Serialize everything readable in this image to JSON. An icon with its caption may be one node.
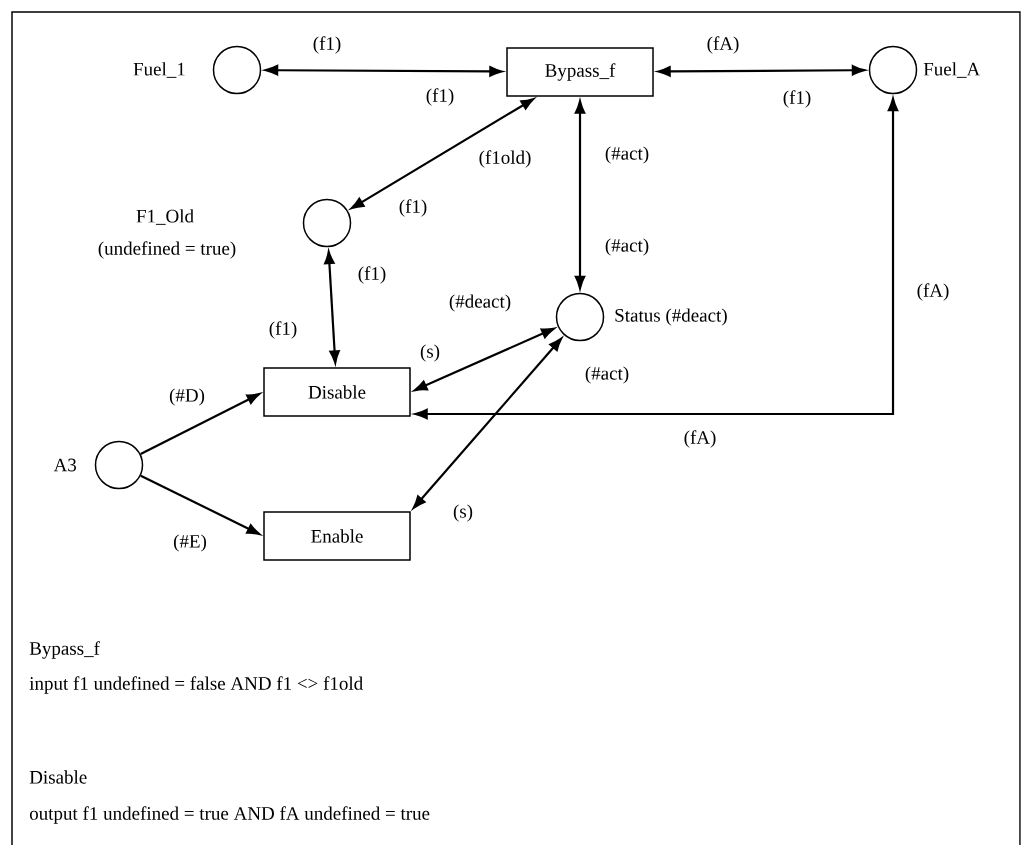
{
  "diagram": {
    "nodes": [
      {
        "text": [],
        "shape": "circle",
        "beside": [
          "Fuel_1"
        ]
      },
      {
        "text": [
          "Bypass_f"
        ]
      },
      {
        "text": [],
        "shape": "circle",
        "beside": [
          "Fuel_A"
        ]
      },
      {
        "text": [],
        "shape": "circle",
        "beside": [
          "F1_Old",
          "(undefined = true)"
        ]
      },
      {
        "text": [],
        "shape": "circle",
        "beside": [
          "Status (#deact)"
        ]
      },
      {
        "text": [
          "Disable"
        ]
      },
      {
        "text": [],
        "shape": "circle",
        "beside": [
          "A3"
        ]
      },
      {
        "text": [
          "Enable"
        ]
      }
    ],
    "edges": [
      {
        "from": 0,
        "to": 1,
        "arrow": "both",
        "label": "(f1)"
      },
      {
        "from": 1,
        "to": 2,
        "arrow": "both",
        "label": "(fA)"
      },
      {
        "from": 1,
        "to": 3,
        "arrow": "both",
        "label": "(f1old)"
      },
      {
        "from": 1,
        "to": 4,
        "arrow": "both",
        "label": "(#act)"
      },
      {
        "from": 3,
        "to": 5,
        "arrow": "both",
        "label": "(f1)"
      },
      {
        "from": 4,
        "to": 5,
        "arrow": "both",
        "label": "(#deact)"
      },
      {
        "from": 4,
        "to": 7,
        "arrow": "both",
        "label": "(#act)"
      },
      {
        "from": 2,
        "to": 5,
        "arrow": "both",
        "label": "(fA)"
      },
      {
        "from": 6,
        "to": 5,
        "arrow": "to",
        "label": "(#D)"
      },
      {
        "from": 6,
        "to": 7,
        "arrow": "to",
        "label": "(#E)"
      }
    ],
    "labels": [
      "(f1)",
      "(f1)",
      "(f1)",
      "(#act)",
      "(f1)",
      "(s)",
      "(s)",
      "(fA)",
      "Bypass_f",
      "input f1 undefined = false AND f1 <> f1old",
      "Disable",
      "output f1 undefined = true AND fA undefined = true"
    ]
  }
}
